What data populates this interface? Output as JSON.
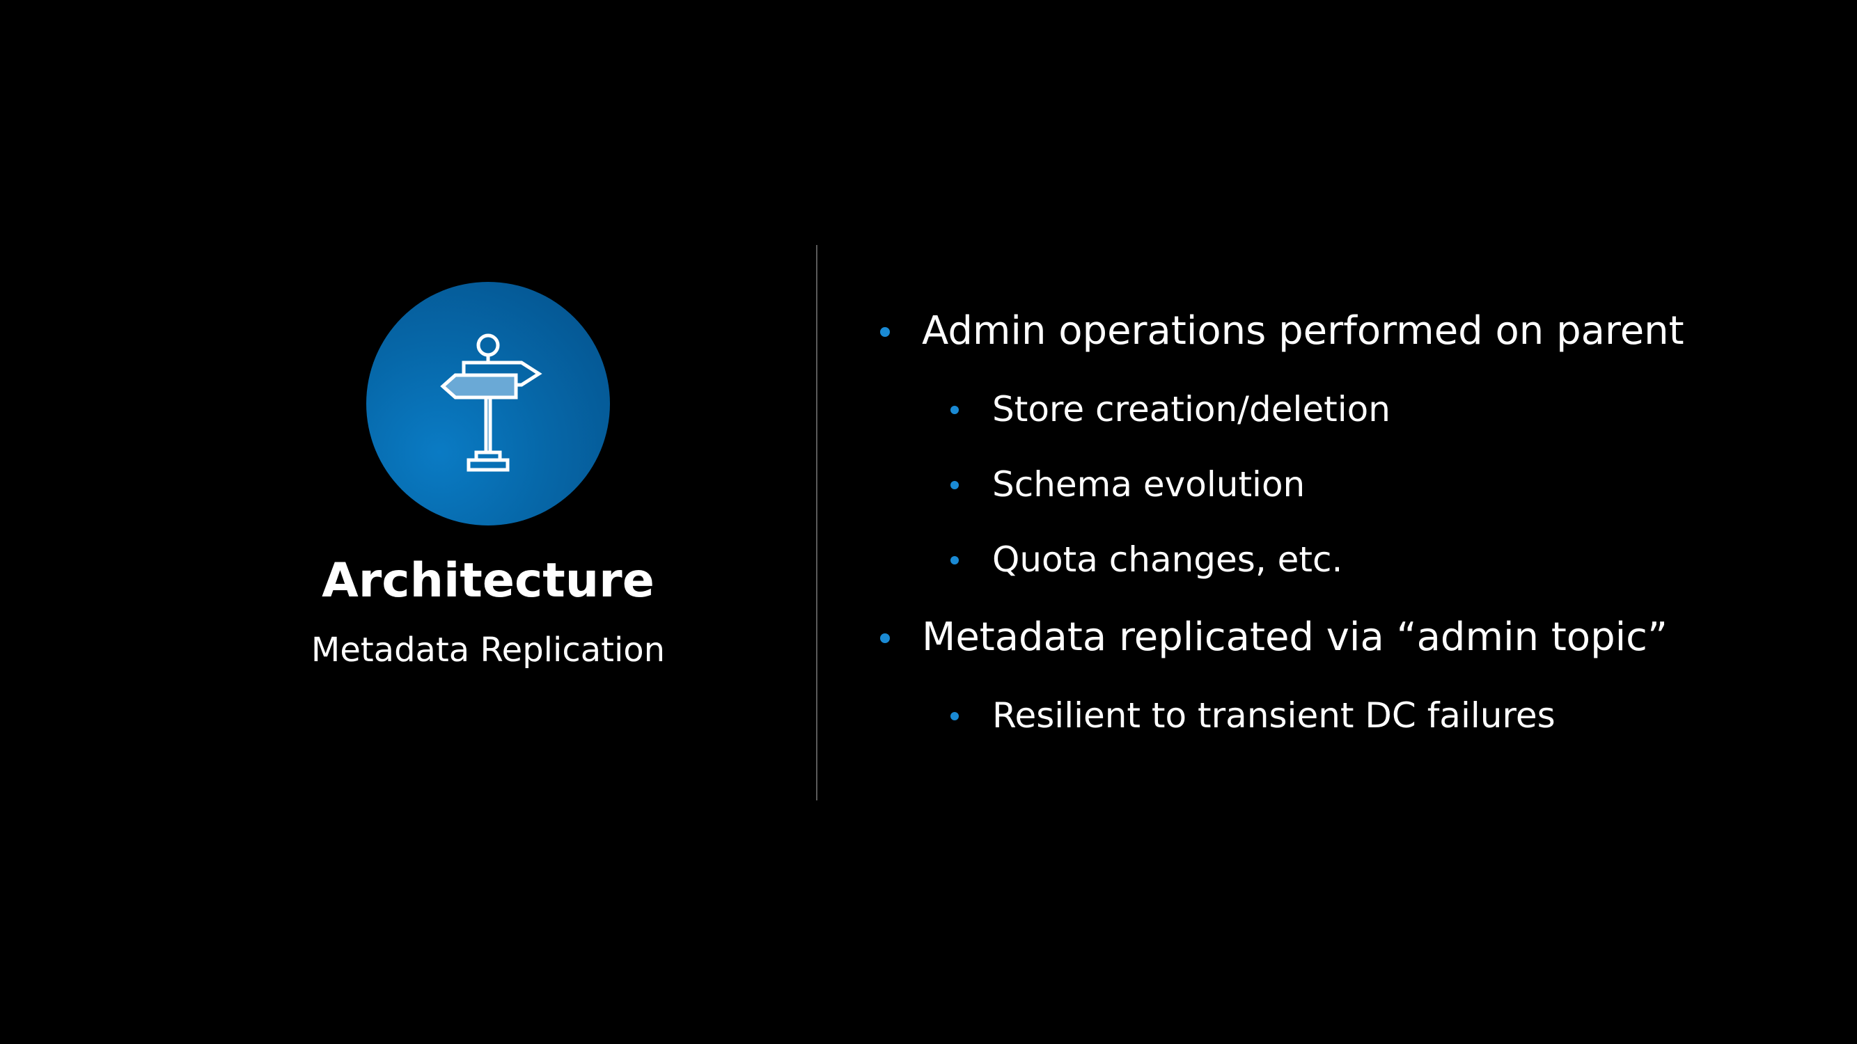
{
  "slide": {
    "section": {
      "icon": "signpost-icon",
      "title": "Architecture",
      "subtitle": "Metadata Replication"
    },
    "bullets": [
      {
        "level": 1,
        "text": "Admin operations performed on parent"
      },
      {
        "level": 2,
        "text": "Store creation/deletion"
      },
      {
        "level": 2,
        "text": "Schema evolution"
      },
      {
        "level": 2,
        "text": "Quota changes, etc."
      },
      {
        "level": 1,
        "text": "Metadata replicated via “admin topic”"
      },
      {
        "level": 2,
        "text": "Resilient to transient DC failures"
      }
    ],
    "colors": {
      "background": "#000000",
      "accent": "#1a8ad4",
      "circle": "#0667a8",
      "text": "#ffffff",
      "divider": "#5a5a5a"
    }
  }
}
